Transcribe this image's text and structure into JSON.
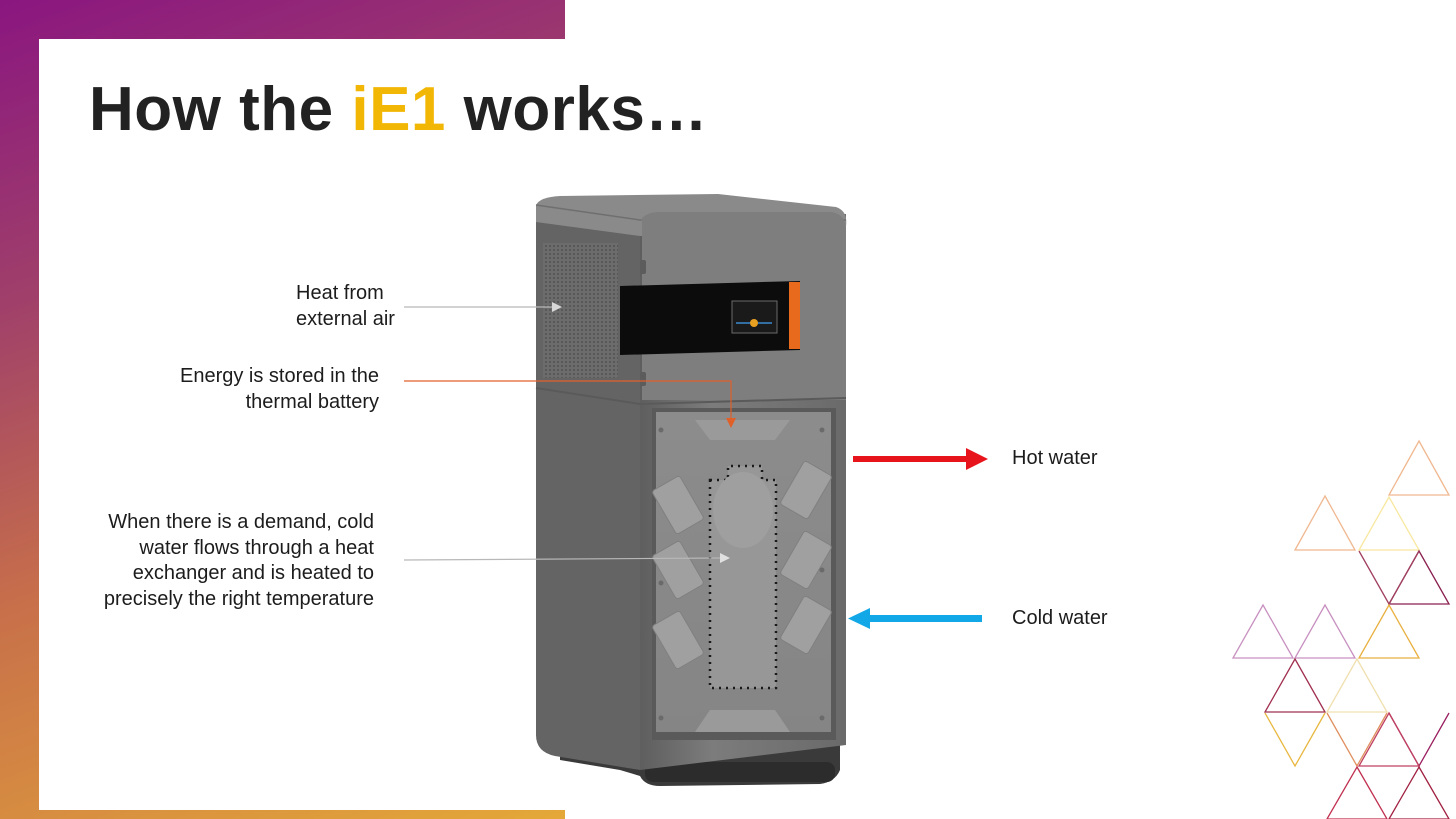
{
  "title": {
    "prefix": "How the",
    "accent": "iE1",
    "suffix": "works…"
  },
  "labels": {
    "heat_line1": "Heat from",
    "heat_line2": "external air",
    "energy_line1": "Energy is stored in the",
    "energy_line2": "thermal battery",
    "demand_line1": "When there is a demand, cold",
    "demand_line2": "water flows through a heat",
    "demand_line3": "exchanger and is heated to",
    "demand_line4": "precisely the right temperature",
    "hot_water": "Hot water",
    "cold_water": "Cold water"
  },
  "colors": {
    "accent": "#f2b705",
    "hot_arrow": "#e8141b",
    "cold_arrow": "#12a8e8",
    "energy_line": "#e0602a",
    "unit_body": "#7a7a7a",
    "panel_orange": "#e86a1c"
  }
}
